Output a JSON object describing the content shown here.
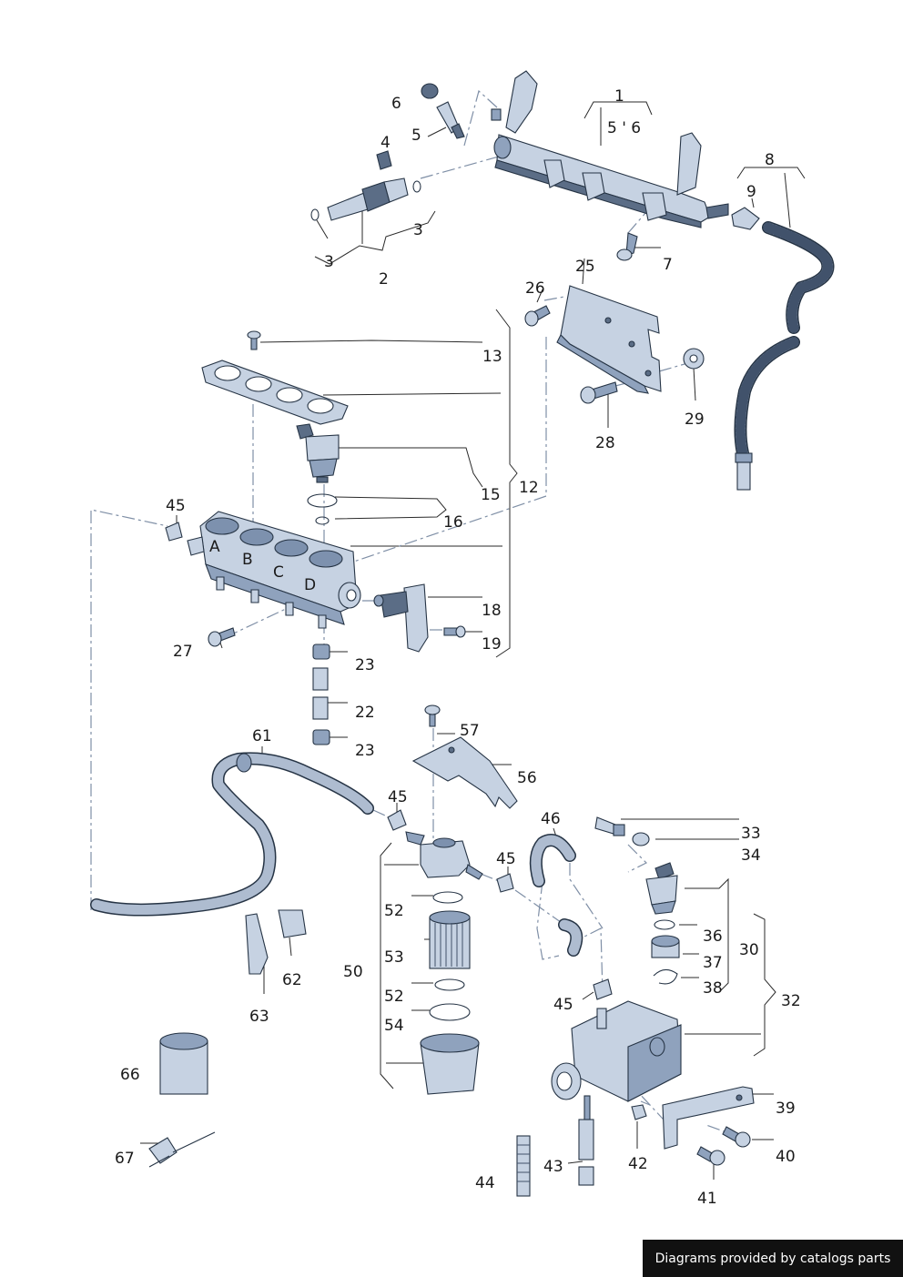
{
  "credit": "Diagrams provided by catalogs parts",
  "callouts": [
    "1",
    "5 ' 6",
    "2",
    "3",
    "3",
    "4",
    "5",
    "6",
    "7",
    "8",
    "9",
    "13",
    "12",
    "15",
    "16",
    "18",
    "19",
    "22",
    "23",
    "23",
    "25",
    "26",
    "27",
    "28",
    "29",
    "33",
    "34",
    "30",
    "32",
    "36",
    "37",
    "38",
    "39",
    "40",
    "41",
    "42",
    "43",
    "44",
    "45",
    "45",
    "45",
    "45",
    "46",
    "50",
    "52",
    "52",
    "53",
    "54",
    "56",
    "57",
    "61",
    "62",
    "63",
    "66",
    "67"
  ],
  "cylinder_letters": [
    "A",
    "B",
    "C",
    "D"
  ]
}
